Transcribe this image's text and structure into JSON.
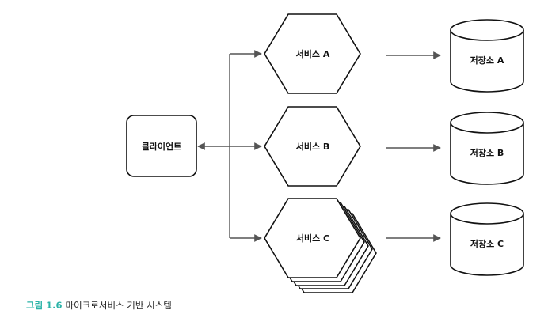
{
  "diagram": {
    "client": {
      "label": "클라이언트"
    },
    "services": [
      {
        "label": "서비스 A"
      },
      {
        "label": "서비스 B"
      },
      {
        "label": "서비스 C"
      }
    ],
    "stores": [
      {
        "label": "저장소 A"
      },
      {
        "label": "저장소 B"
      },
      {
        "label": "저장소 C"
      }
    ],
    "colors": {
      "stroke": "#111111",
      "arrow": "#555555",
      "fill": "#ffffff",
      "caption_accent": "#2bb3a8"
    }
  },
  "caption": {
    "number": "그림 1.6",
    "text": "마이크로서비스 기반 시스템"
  }
}
